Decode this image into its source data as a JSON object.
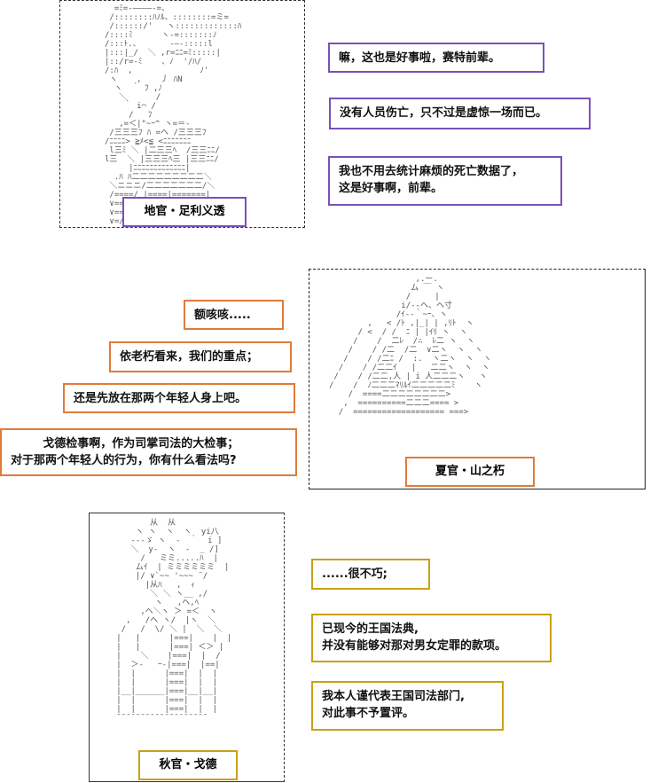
{
  "panels": [
    {
      "speaker": "地官・足利义透",
      "colors": {
        "accent": "#7a50b8"
      },
      "lines": [
        "嘛，这也是好事啦，赛特前辈。",
        "没有人员伤亡，只不过是虚惊一场而已。",
        "我也不用去统计麻烦的死亡数据了，\n这是好事啊，前辈。"
      ]
    },
    {
      "speaker": "夏官・山之朽",
      "colors": {
        "accent": "#e07b39"
      },
      "lines": [
        "额咳咳.....",
        "依老朽看来，我们的重点；",
        "还是先放在那两个年轻人身上吧。",
        "        戈德检事啊，作为司掌司法的大检事；\n对于那两个年轻人的行为，你有什么看法吗?"
      ]
    },
    {
      "speaker": "秋官・戈德",
      "colors": {
        "accent": "#c9a018"
      },
      "lines": [
        "......很不巧;",
        "已现今的王国法典,\n并没有能够对那对男女定罪的款项。",
        "我本人谨代表王国司法部门,\n对此事不予置评。"
      ]
    }
  ]
}
